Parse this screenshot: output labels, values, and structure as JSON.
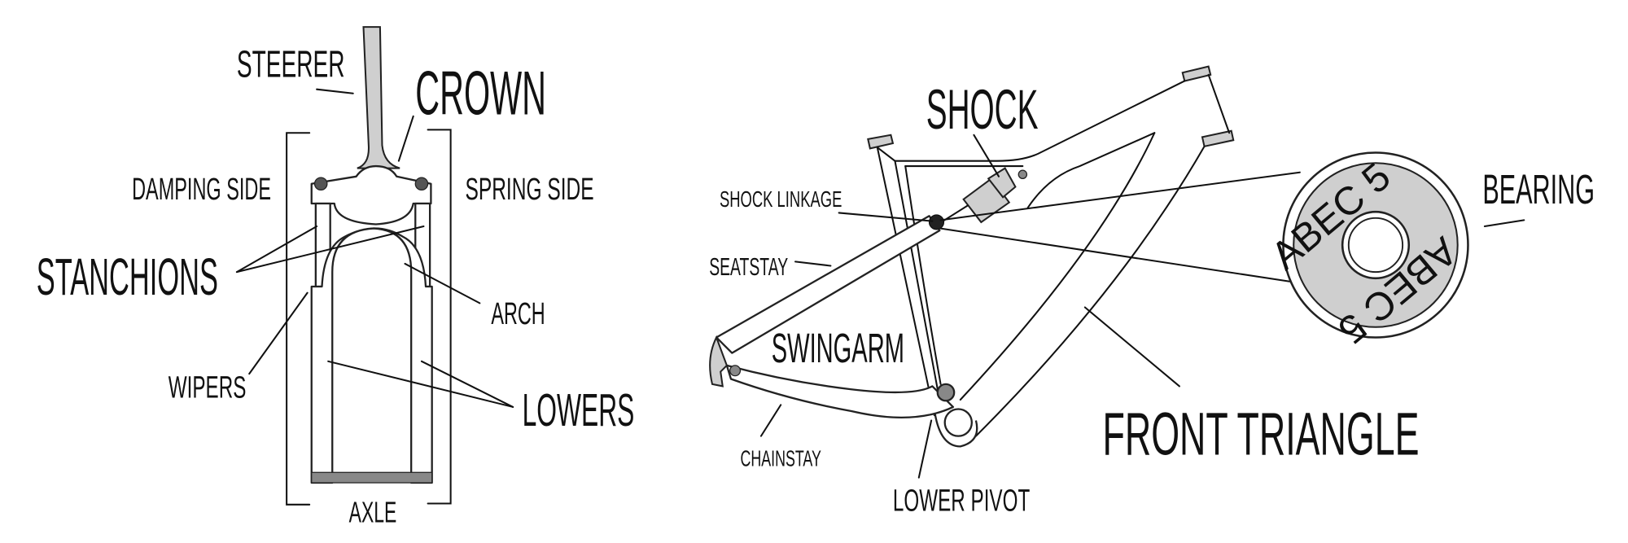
{
  "fork": {
    "labels": {
      "steerer": "STEERER",
      "crown": "CROWN",
      "damping_side": "DAMPING SIDE",
      "spring_side": "SPRING SIDE",
      "stanchions": "STANCHIONS",
      "arch": "ARCH",
      "wipers": "WIPERS",
      "lowers": "LOWERS",
      "axle": "AXLE"
    }
  },
  "frame": {
    "labels": {
      "shock": "SHOCK",
      "shock_linkage": "SHOCK LINKAGE",
      "seatstay": "SEATSTAY",
      "swingarm": "SWINGARM",
      "chainstay": "CHAINSTAY",
      "lower_pivot": "LOWER PIVOT",
      "front_triangle": "FRONT TRIANGLE",
      "bearing": "BEARING"
    },
    "bearing_marking": "ABEC 5"
  },
  "colors": {
    "ink": "#111111",
    "part_grey": "#cfcfcf",
    "background": "#ffffff"
  }
}
